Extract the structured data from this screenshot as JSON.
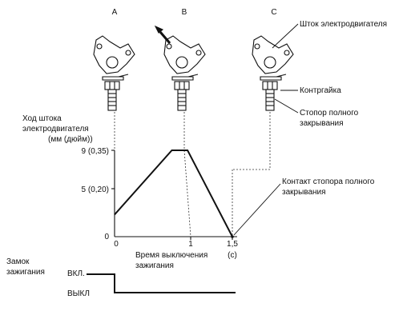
{
  "labels": {
    "a": "A",
    "b": "B",
    "c": "C",
    "motor_rod": "Шток электродвигателя",
    "lock_nut": "Контргайка",
    "full_close_stop_1": "Стопор полного",
    "full_close_stop_2": "закрывания",
    "yaxis_1": "Ход штока",
    "yaxis_2": "электродвигателя",
    "yaxis_units": "(мм (дюйм))",
    "contact_1": "Контакт стопора полного",
    "contact_2": "закрывания",
    "xaxis_1": "Время выключения",
    "xaxis_2": "зажигания",
    "sec": "(с)",
    "ignition_1": "Замок",
    "ignition_2": "зажигания",
    "on": "ВКЛ.",
    "off": "ВЫКЛ"
  },
  "chart_data": {
    "type": "line",
    "x_ticks": [
      "0",
      "1",
      "1,5"
    ],
    "y_ticks": [
      "0",
      "5 (0,20)",
      "9 (0,35)"
    ],
    "series": [
      {
        "x": [
          0,
          0.73,
          0.93,
          1.5
        ],
        "y": [
          2.3,
          9,
          9,
          0
        ]
      }
    ],
    "ignition_signal": {
      "on_until": 0,
      "off_after": 0
    }
  }
}
